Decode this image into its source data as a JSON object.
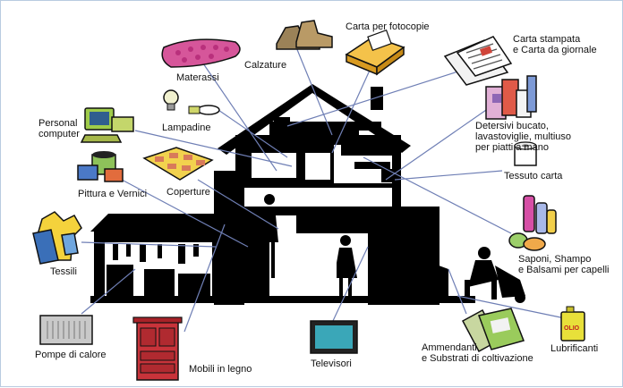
{
  "labels": {
    "materassi": "Materassi",
    "calzature": "Calzature",
    "carta_fotocopie": "Carta per fotocopie",
    "carta_stampata": "Carta stampata\ne Carta da giornale",
    "lampadine": "Lampadine",
    "personal_computer": "Personal\ncomputer",
    "detersivi": "Detersivi bucato,\nlavastoviglie, multiuso\nper piatti a mano",
    "tessuto_carta": "Tessuto carta",
    "pittura": "Pittura e Vernici",
    "coperture": "Coperture",
    "tessili": "Tessili",
    "saponi": "Saponi, Shampo\ne Balsami per capelli",
    "pompe": "Pompe di calore",
    "mobili": "Mobili in legno",
    "televisori": "Televisori",
    "ammendanti": "Ammendanti\ne Substrati di coltivazione",
    "lubrificanti": "Lubrificanti",
    "olio": "OLIO"
  },
  "colors": {
    "silhouette": "#000000",
    "connector": "#6f7fb5",
    "border": "#b9cbe0"
  }
}
